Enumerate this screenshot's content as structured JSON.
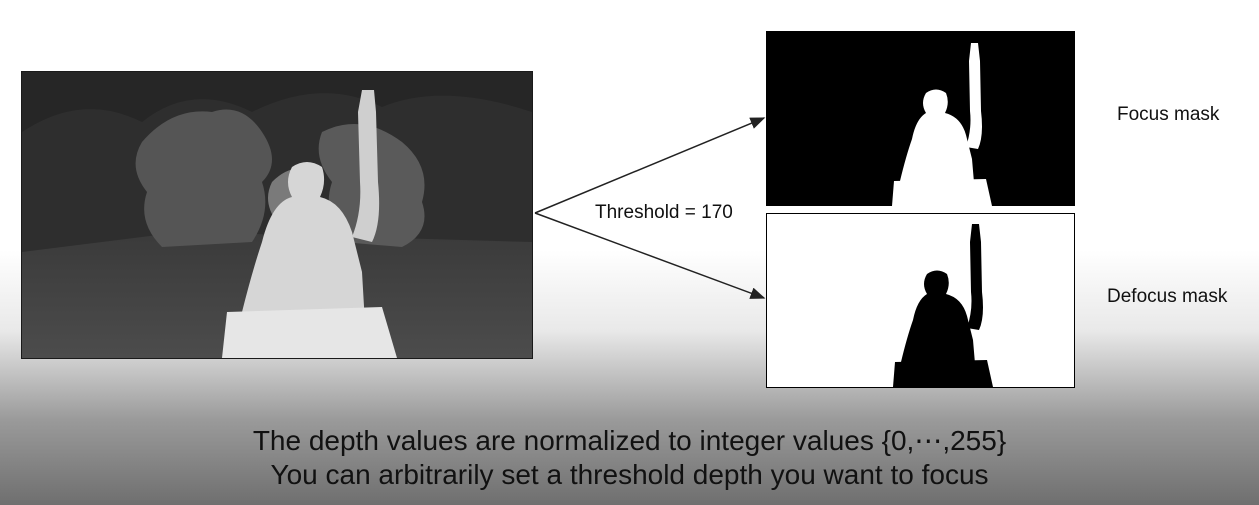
{
  "threshold_label": "Threshold = 170",
  "focus_mask_label": "Focus mask",
  "defocus_mask_label": "Defocus mask",
  "caption_lines": [
    "The depth values are normalized to integer values {0,⋯,255}",
    "You can arbitrarily set a threshold depth you want to focus"
  ]
}
